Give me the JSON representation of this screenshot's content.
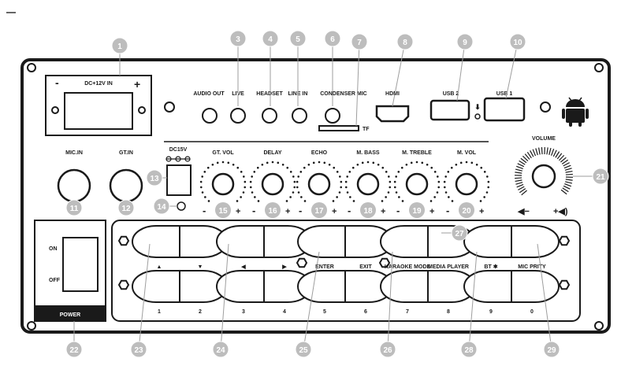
{
  "panel": {
    "power_title": "DC+12V IN",
    "minus": "-",
    "plus": "+",
    "dc15v": "DC15V",
    "tf": "TF",
    "power_block": "POWER",
    "on": "ON",
    "off": "OFF"
  },
  "ports": [
    {
      "label": "AUDIO OUT"
    },
    {
      "label": "LIVE"
    },
    {
      "label": "HEADSET"
    },
    {
      "label": "LINE IN"
    },
    {
      "label": "CONDENSER MIC"
    }
  ],
  "top_labels": {
    "hdmi": "HDMI",
    "usb2": "USB 2",
    "usb1": "USB 1",
    "mic_in": "MIC.IN",
    "gt_in": "GT.IN",
    "volume": "VOLUME"
  },
  "knobs": [
    {
      "label": "GT. VOL",
      "num": "15"
    },
    {
      "label": "DELAY",
      "num": "16"
    },
    {
      "label": "ECHO",
      "num": "17"
    },
    {
      "label": "M. BASS",
      "num": "18"
    },
    {
      "label": "M. TREBLE",
      "num": "19"
    },
    {
      "label": "M. VOL",
      "num": "20"
    }
  ],
  "buttons_top_row": [
    "▲",
    "▼",
    "◀",
    "▶",
    "ENTER",
    "EXIT",
    "KARAOKE MODE",
    "MEDIA PLAYER",
    "BT ✱",
    "MIC PRITY"
  ],
  "buttons_numbers": [
    "1",
    "2",
    "3",
    "4",
    "5",
    "6",
    "7",
    "8",
    "9",
    "0"
  ],
  "callouts": [
    "1",
    "3",
    "4",
    "5",
    "6",
    "7",
    "8",
    "9",
    "10",
    "11",
    "12",
    "13",
    "14",
    "21",
    "22",
    "23",
    "24",
    "25",
    "26",
    "27",
    "28",
    "29"
  ]
}
